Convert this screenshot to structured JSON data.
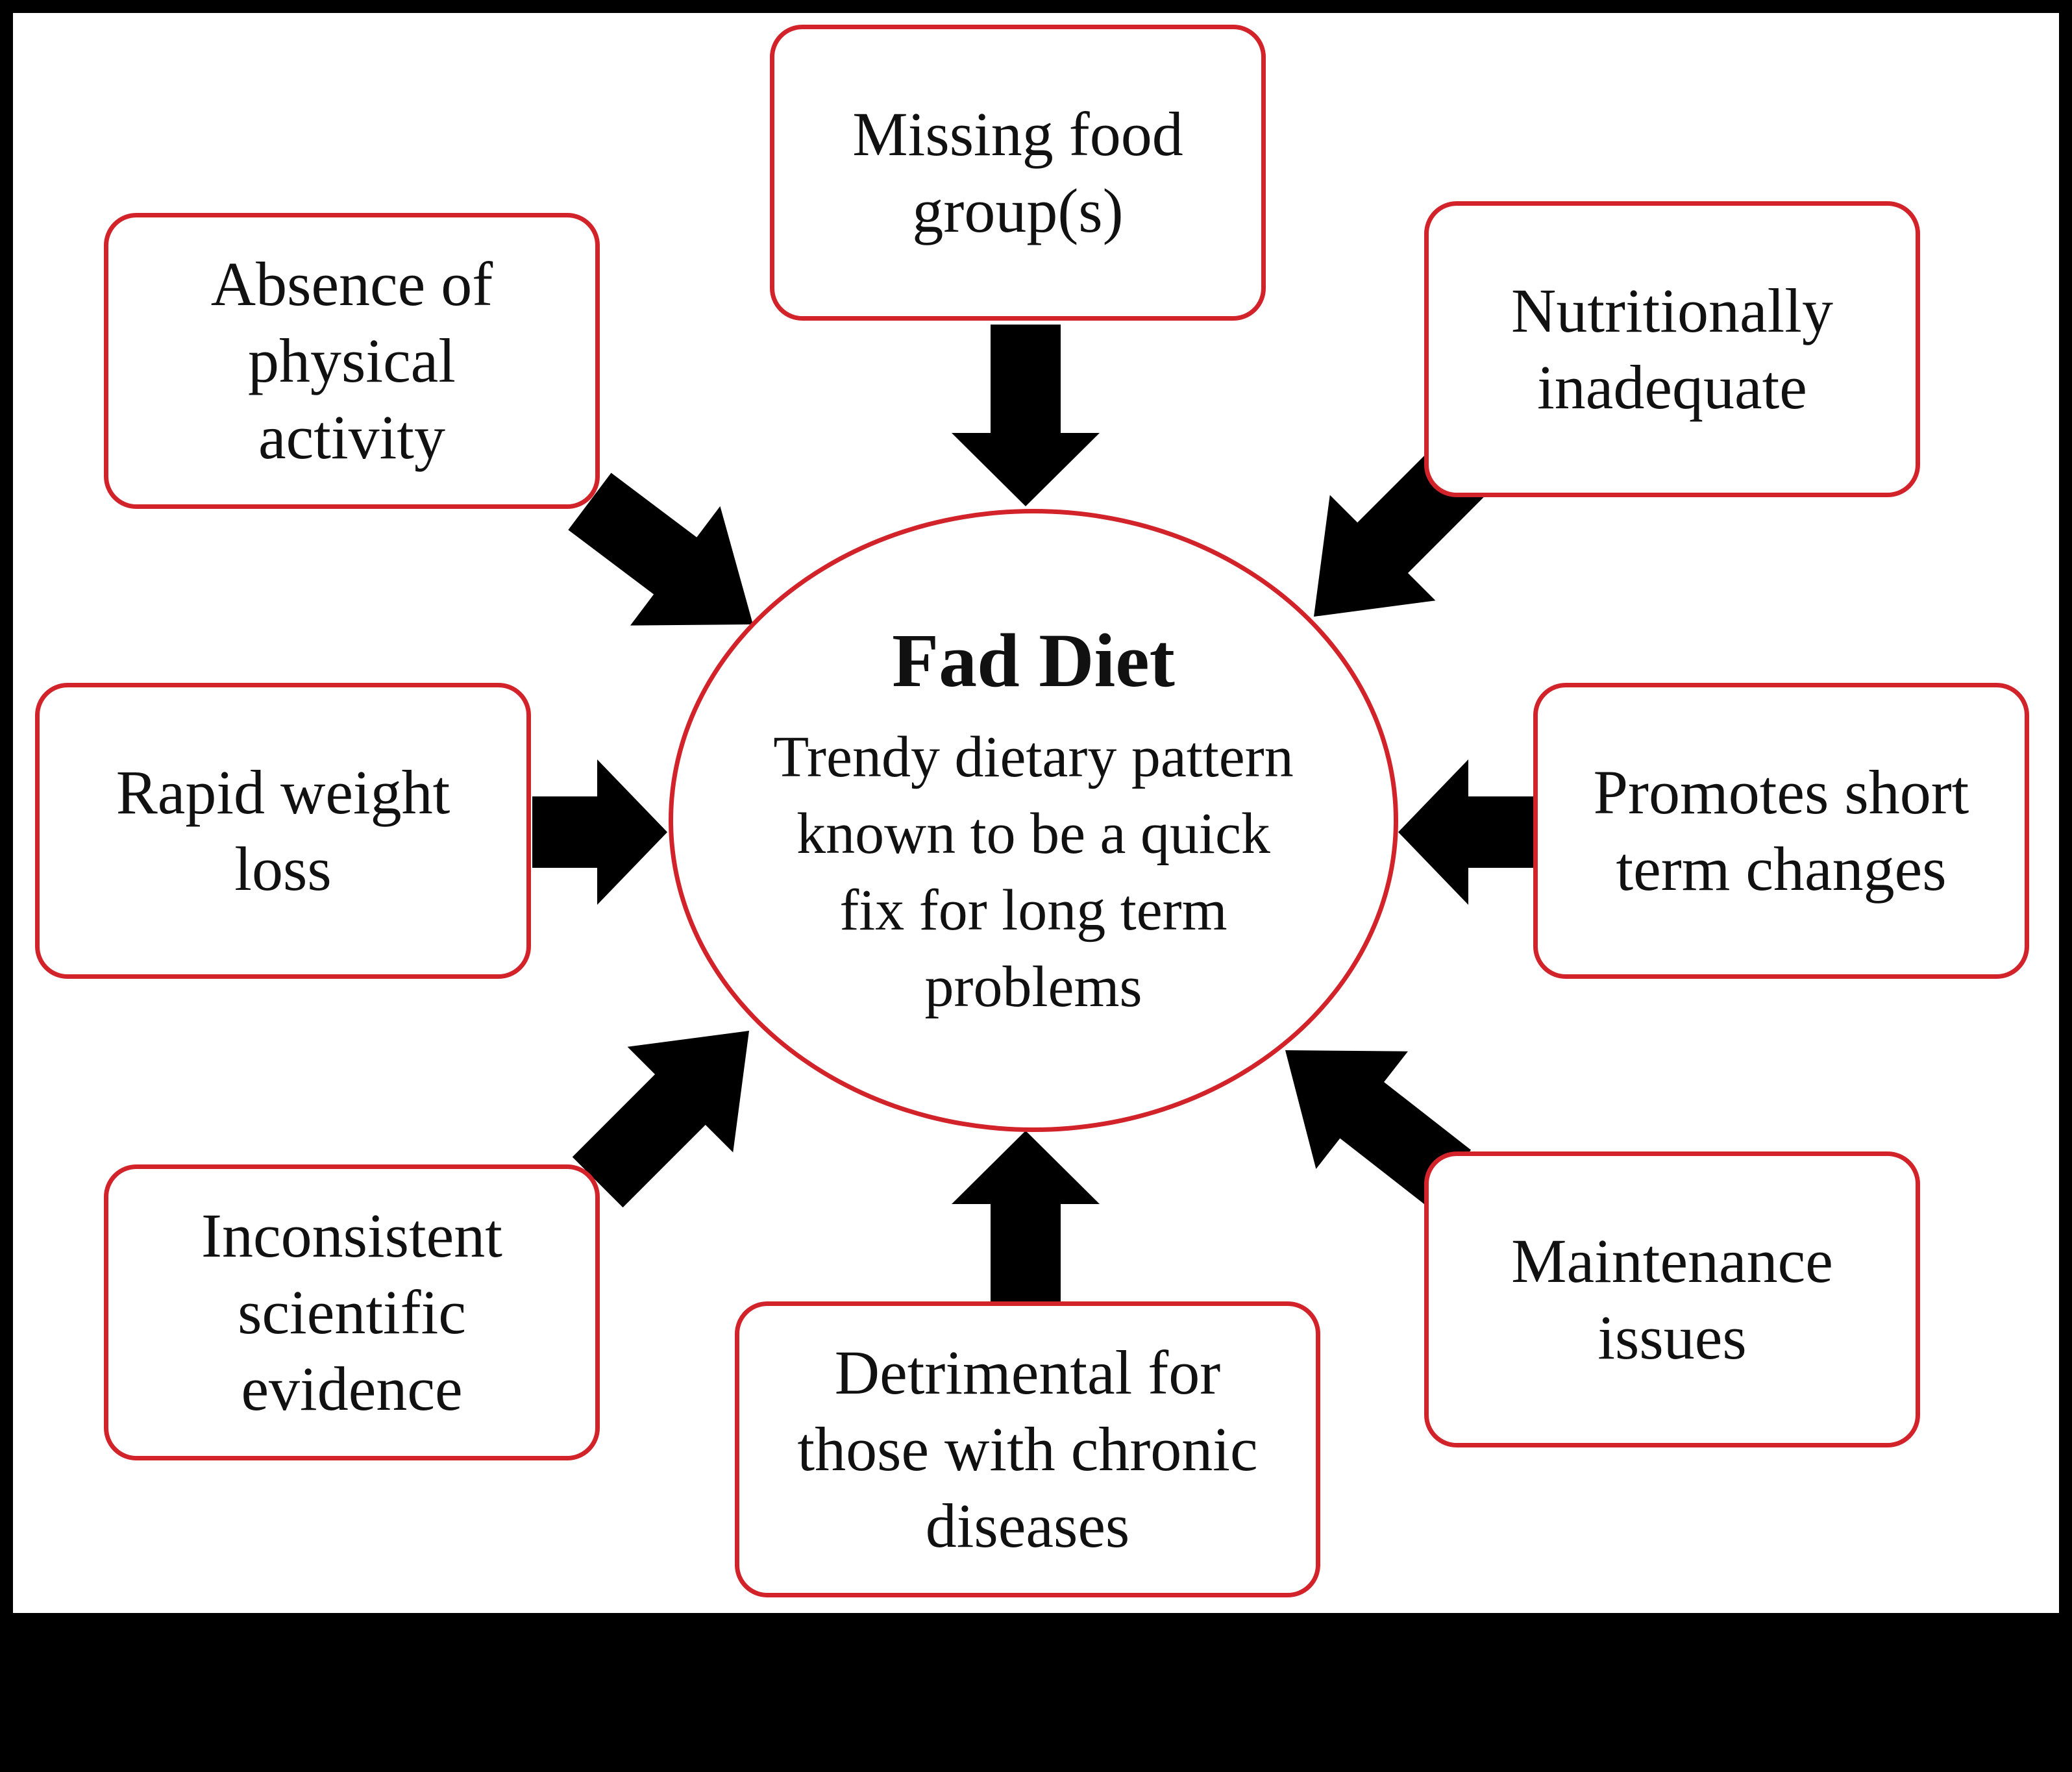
{
  "center": {
    "title": "Fad Diet",
    "description": "Trendy dietary pattern known to be a quick fix for long term problems"
  },
  "factors": [
    {
      "id": "missing-food-groups",
      "label": "Missing food group(s)"
    },
    {
      "id": "absence-physical-activity",
      "label": "Absence of physical activity"
    },
    {
      "id": "nutritionally-inadequate",
      "label": "Nutritionally inadequate"
    },
    {
      "id": "rapid-weight-loss",
      "label": "Rapid weight loss"
    },
    {
      "id": "promotes-short-term-changes",
      "label": "Promotes short term changes"
    },
    {
      "id": "inconsistent-scientific-evidence",
      "label": "Inconsistent scientific evidence"
    },
    {
      "id": "maintenance-issues",
      "label": "Maintenance issues"
    },
    {
      "id": "detrimental-chronic-diseases",
      "label": "Detrimental for those with chronic diseases"
    }
  ],
  "colors": {
    "border": "#d2232a",
    "arrow": "#000000",
    "background": "#ffffff",
    "frame": "#000000"
  }
}
